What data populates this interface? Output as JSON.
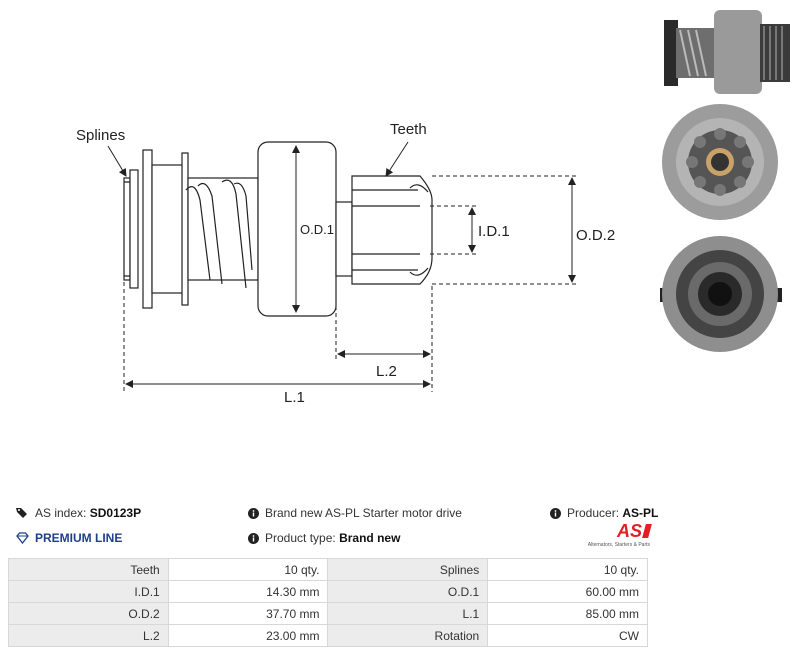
{
  "diagram": {
    "labels": {
      "splines": "Splines",
      "teeth": "Teeth",
      "od1": "O.D.1",
      "id1": "I.D.1",
      "od2": "O.D.2",
      "l2": "L.2",
      "l1": "L.1"
    }
  },
  "info": {
    "as_index_label": "AS index:",
    "as_index_value": "SD0123P",
    "premium_line": "PREMIUM LINE",
    "description": "Brand new AS-PL Starter motor drive",
    "product_type_label": "Product type:",
    "product_type_value": "Brand new",
    "producer_label": "Producer:",
    "producer_value": "AS-PL",
    "logo_mark": "AS",
    "logo_tagline": "Alternators, Starters & Parts"
  },
  "specs": {
    "rows": [
      {
        "l1": "Teeth",
        "v1": "10 qty.",
        "l2": "Splines",
        "v2": "10 qty."
      },
      {
        "l1": "I.D.1",
        "v1": "14.30 mm",
        "l2": "O.D.1",
        "v2": "60.00 mm"
      },
      {
        "l1": "O.D.2",
        "v1": "37.70 mm",
        "l2": "L.1",
        "v2": "85.00 mm"
      },
      {
        "l1": "L.2",
        "v1": "23.00 mm",
        "l2": "Rotation",
        "v2": "CW"
      }
    ]
  },
  "colors": {
    "premium": "#1e3f8f",
    "logo_red": "#e31e24",
    "table_label_bg": "#ececec"
  }
}
